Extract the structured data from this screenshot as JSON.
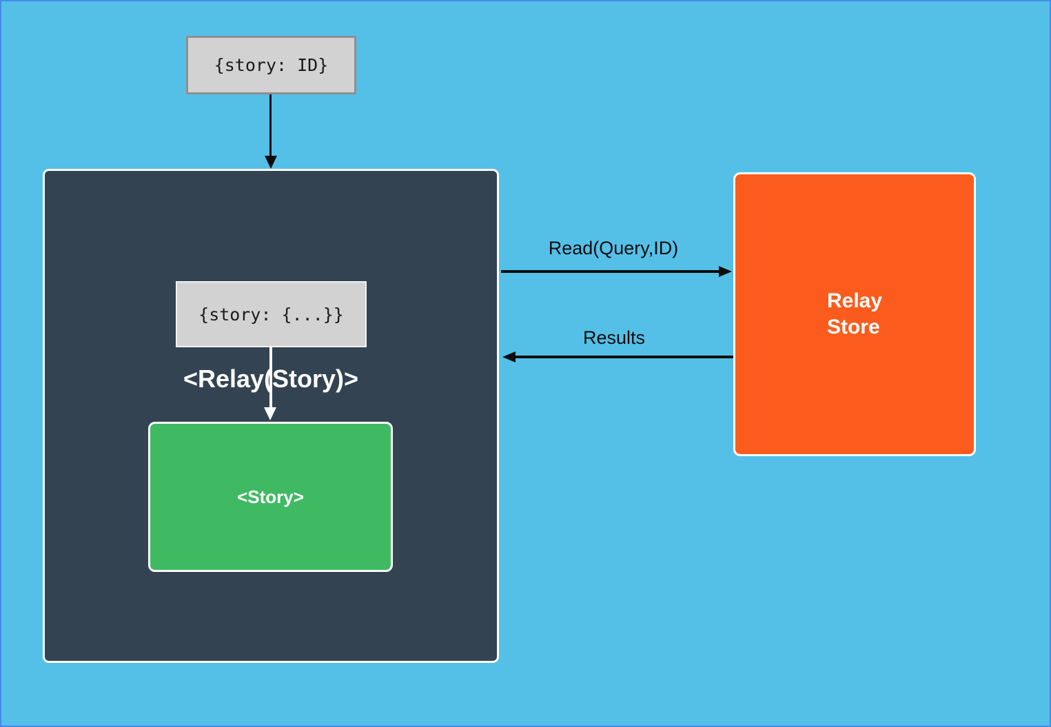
{
  "diagram": {
    "input_box": {
      "label": "{story: ID}"
    },
    "relay_container": {
      "title": "<Relay(Story)>"
    },
    "props_box": {
      "label": "{story: {...}}"
    },
    "story_box": {
      "label": "<Story>"
    },
    "store_box": {
      "line1": "Relay",
      "line2": "Store"
    },
    "arrows": {
      "read_label": "Read(Query,ID)",
      "results_label": "Results"
    },
    "colors": {
      "background": "#54c0e8",
      "frame_border": "#4589e8",
      "relay_container": "#344351",
      "story_box": "#3fba62",
      "store_box": "#fb5c1d",
      "code_box": "#d2d2d2",
      "arrow_black": "#0d0d0d",
      "arrow_white": "#ffffff"
    }
  }
}
